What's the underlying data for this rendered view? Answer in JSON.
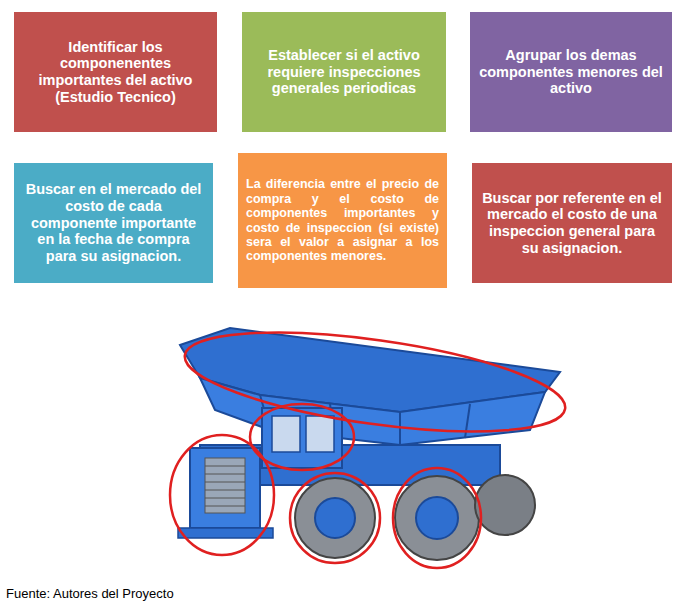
{
  "diagram": {
    "caption": "Fuente: Autores del Proyecto",
    "nodes": [
      {
        "text": [
          "Identificar los componenentes importantes del activo (Estudio Tecnico)"
        ]
      },
      {
        "text": [
          "Establecer si el activo requiere inspecciones generales periodicas"
        ]
      },
      {
        "text": [
          "Agrupar los demas componentes menores del activo"
        ]
      },
      {
        "text": [
          "Buscar en el mercado del costo de cada componente importante en la fecha de compra para su asignacion."
        ]
      },
      {
        "text": [
          "La diferencia entre el precio de compra y el costo de componentes importantes y costo de inspeccion (si existe) sera el valor a asignar a los componentes menores."
        ]
      },
      {
        "text": [
          "Buscar por referente en el mercado el costo de una inspeccion general para su asignacion."
        ]
      }
    ]
  }
}
